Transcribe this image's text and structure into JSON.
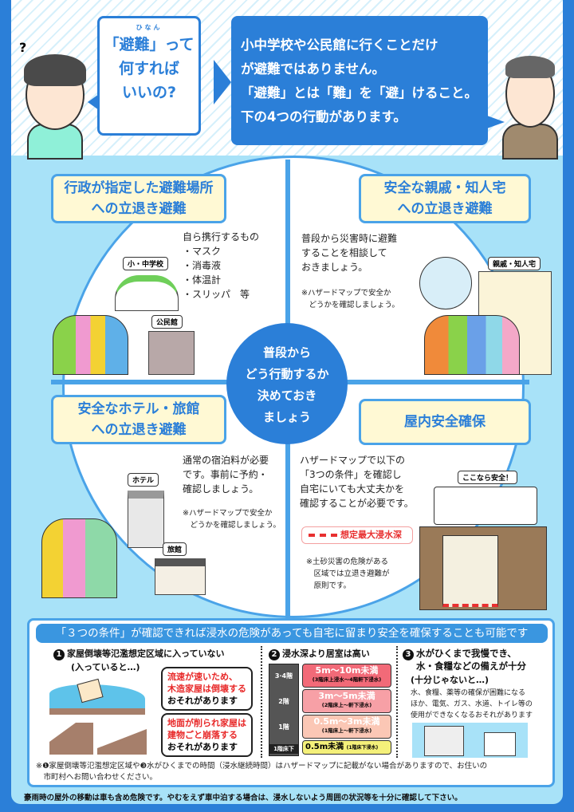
{
  "header": {
    "question": {
      "ruby": "ひなん",
      "lines": [
        "「避難」って",
        "何すれば",
        "いいの?"
      ]
    },
    "answer": {
      "lines": [
        "小中学校や公民館に行くことだけ",
        "が避難ではありません。",
        "「避難」とは「難」を「避」けること。",
        "下の4つの行動があります。"
      ]
    }
  },
  "center": {
    "lines": [
      "普段から",
      "どう行動するか",
      "決めておき",
      "ましょう"
    ]
  },
  "quadrants": [
    {
      "title": [
        "行政が指定した避難場所",
        "への立退き避難"
      ],
      "text": [
        "自ら携行するもの",
        "・マスク",
        "・消毒液",
        "・体温計",
        "・スリッパ　等"
      ],
      "labels": [
        "小・中学校",
        "公民館"
      ]
    },
    {
      "title": [
        "安全な親戚・知人宅",
        "への立退き避難"
      ],
      "text": [
        "普段から災害時に避難",
        "することを相談して",
        "おきましょう。"
      ],
      "note": [
        "※ハザードマップで安全か",
        "　どうかを確認しましょう。"
      ],
      "labels": [
        "親戚・知人宅"
      ]
    },
    {
      "title": [
        "安全なホテル・旅館",
        "への立退き避難"
      ],
      "text": [
        "通常の宿泊料が必要",
        "です。事前に予約・",
        "確認しましょう。"
      ],
      "note": [
        "※ハザードマップで安全か",
        "　どうかを確認しましょう。"
      ],
      "labels": [
        "ホテル",
        "旅館"
      ]
    },
    {
      "title": [
        "屋内安全確保"
      ],
      "text": [
        "ハザードマップで以下の",
        "「3つの条件」を確認し",
        "自宅にいても大丈夫かを",
        "確認することが必要です。"
      ],
      "legend": "想定最大浸水深",
      "note": [
        "※土砂災害の危険がある",
        "　区域では立退き避難が",
        "　原則です。"
      ],
      "labels": [
        "ここなら安全！"
      ]
    }
  ],
  "conditions": {
    "header": "「３つの条件」が確認できれば浸水の危険があっても自宅に留まり安全を確保することも可能です",
    "c1": {
      "num": "1",
      "title": "家屋倒壊等氾濫想定区域に入っていない",
      "sub": "(入っていると…)",
      "warn1": {
        "red": [
          "流速が速いため、",
          "木造家屋は倒壊する"
        ],
        "black": "おそれがあります"
      },
      "warn2": {
        "red": [
          "地面が削られ家屋は",
          "建物ごと崩落する"
        ],
        "black": "おそれがあります"
      }
    },
    "c2": {
      "num": "2",
      "title": "浸水深より居室は高い",
      "floors": [
        {
          "floor": "3·4階",
          "depth": "5m～10m未満",
          "desc": "(3階床上浸水～4階軒下浸水)",
          "color": "#f26a78"
        },
        {
          "floor": "2階",
          "depth": "3m～5m未満",
          "desc": "(2階床上～軒下浸水)",
          "color": "#f7a0a6"
        },
        {
          "floor": "1階",
          "depth": "0.5m～3m未満",
          "desc": "(1階床上～軒下浸水)",
          "color": "#fbc7b5"
        },
        {
          "floor": "1階床下",
          "depth": "0.5m未満",
          "desc": "(1階床下浸水)",
          "color": "#f4f07a"
        }
      ]
    },
    "c3": {
      "num": "3",
      "title": [
        "水がひくまで我慢でき、",
        "水・食糧などの備えが十分"
      ],
      "sub": "(十分じゃないと…)",
      "text": [
        "水、食糧、薬等の確保が困難になる",
        "ほか、電気、ガス、水道、トイレ等の",
        "使用ができなくなるおそれがあります"
      ]
    },
    "footnote": [
      "※❶家屋倒壊等氾濫想定区域や❸水がひくまでの時間（浸水継続時間）はハザードマップに記載がない場合がありますので、お住いの",
      "　市町村へお問い合わせください。"
    ]
  },
  "footer": "豪雨時の屋外の移動は車も含め危険です。やむをえず車中泊する場合は、浸水しないよう周囲の状況等を十分に確認して下さい。",
  "colors": {
    "primary": "#2b7fd8",
    "light": "#a8e2f8",
    "title_bg": "#fff9d4",
    "warn": "#e82828"
  }
}
